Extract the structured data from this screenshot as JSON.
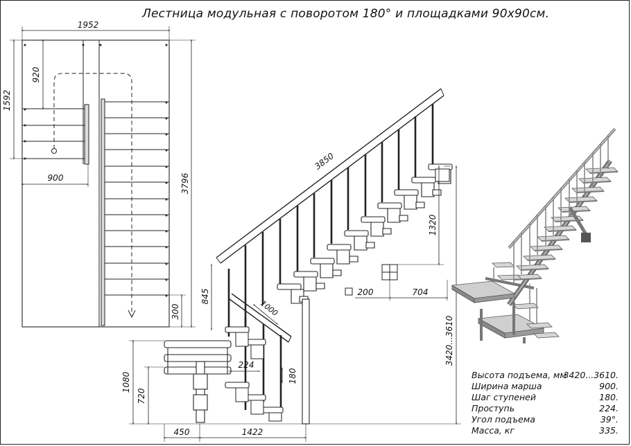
{
  "title": "Лестница модульная с поворотом 180° и площадками 90x90см.",
  "dimensions": {
    "plan_width": "1952",
    "plan_depth": "1592",
    "landing_offset": "920",
    "landing_width": "900",
    "total_length": "3796",
    "end_offset": "300",
    "handrail_length": "3850",
    "upper_height": "1320",
    "post_size": "200",
    "post_offset": "704",
    "lower_rail": "1000",
    "rail_height": "845",
    "tread_depth": "224",
    "step_height": "180",
    "landing_height_total": "1080",
    "landing_height": "720",
    "total_rise": "3420...3610",
    "bottom_offset": "450",
    "bottom_run": "1422"
  },
  "specs": [
    {
      "label": "Высота подъема, мм",
      "value": "3420...3610."
    },
    {
      "label": "Ширина марша",
      "value": "900."
    },
    {
      "label": "Шаг ступеней",
      "value": "180."
    },
    {
      "label": "Проступь",
      "value": "224."
    },
    {
      "label": "Угол подъема",
      "value": "39°."
    },
    {
      "label": "Масса, кг",
      "value": "335."
    }
  ]
}
